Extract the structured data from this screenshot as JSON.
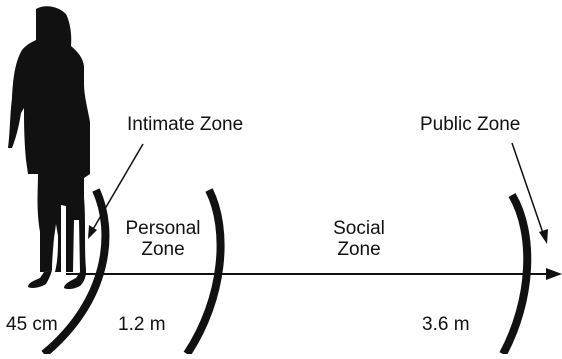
{
  "diagram": {
    "zones": {
      "intimate": "Intimate Zone",
      "public": "Public Zone",
      "personal_line1": "Personal",
      "personal_line2": "Zone",
      "social_line1": "Social",
      "social_line2": "Zone"
    },
    "distances": {
      "intimate": "45 cm",
      "personal": "1.2 m",
      "public": "3.6 m"
    },
    "colors": {
      "ink": "#111111",
      "background": "#ffffff"
    },
    "icons": [
      "woman-silhouette-icon",
      "zone-boundary-arc",
      "distance-axis-arrow"
    ]
  }
}
